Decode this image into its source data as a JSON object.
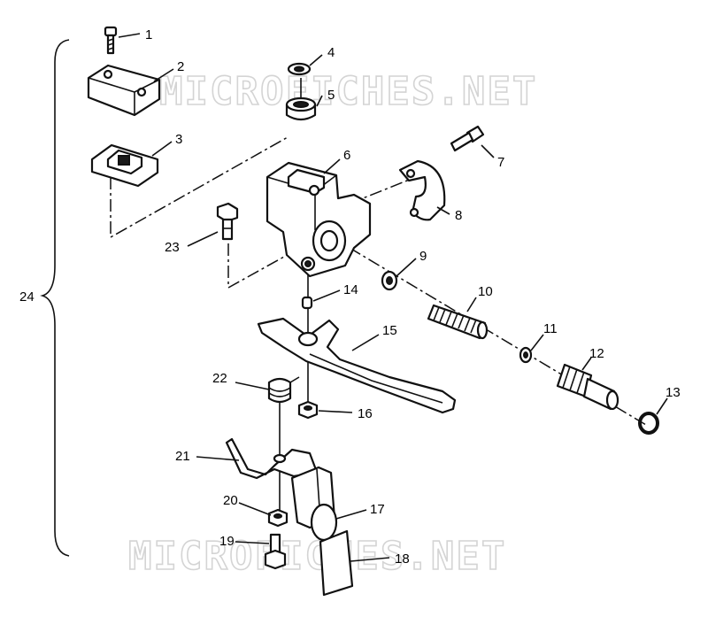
{
  "watermark": "MICROFICHES.NET",
  "callouts": [
    "1",
    "2",
    "3",
    "4",
    "5",
    "6",
    "7",
    "8",
    "9",
    "10",
    "11",
    "12",
    "13",
    "14",
    "15",
    "16",
    "17",
    "18",
    "19",
    "20",
    "21",
    "22",
    "23",
    "24"
  ]
}
